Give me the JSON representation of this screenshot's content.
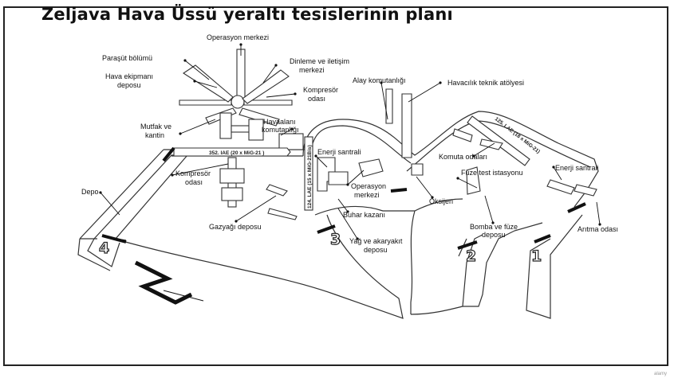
{
  "title": "Zeljava Hava Üssü yeraltı tesislerinin planı",
  "labels": {
    "operasyon_merkezi_top": "Operasyon merkezi",
    "parasut": "Paraşüt bölümü",
    "hava_ekipmani_1": "Hava ekipmanı",
    "hava_ekipmani_2": "deposu",
    "dinleme_1": "Dinleme ve iletişim",
    "dinleme_2": "merkezi",
    "kompresor_top_1": "Kompresör",
    "kompresor_top_2": "odası",
    "alay": "Alay komutanlığı",
    "havacilik": "Havacılık teknik atölyesi",
    "mutfak_1": "Mutfak ve",
    "mutfak_2": "kantin",
    "havaalani_1": "Havaalanı",
    "havaalani_2": "komutanlığı",
    "enerji_mid": "Enerji santrali",
    "komuta": "Komuta odaları",
    "enerji_right": "Enerji santrali",
    "kompresor_left_1": "Kompresör",
    "kompresor_left_2": "odası",
    "operasyon_mid_1": "Operasyon",
    "operasyon_mid_2": "merkezi",
    "fuze": "Füze test istasyonu",
    "depo": "Depo",
    "oksijen": "Oksijen",
    "buhar": "Buhar kazanı",
    "gazyagi": "Gazyağı deposu",
    "bomba_1": "Bomba ve füze",
    "bomba_2": "deposu",
    "aritma": "Arıtma odası",
    "yag_1": "Yağ ve akaryakıt",
    "yag_2": "deposu"
  },
  "units": {
    "u352": "352. IAE (20 x MiG-21 )",
    "u124": "124. LAE (15 x MiG-21Bis)",
    "u125": "125. LAE (18 x MiG-21)"
  },
  "entrances": [
    "1",
    "2",
    "3",
    "4"
  ],
  "watermark": "alamy"
}
